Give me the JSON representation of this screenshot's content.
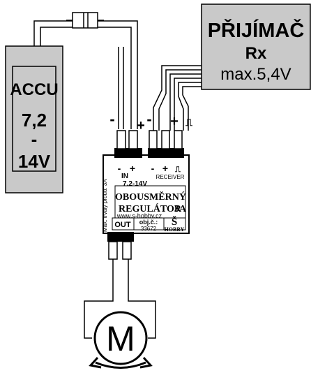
{
  "battery": {
    "line1": "ACCU",
    "line2": "7,2",
    "line3": "-",
    "line4": "14V"
  },
  "receiver": {
    "title": "PŘIJÍMAČ",
    "subtitle": "Rx",
    "voltage": "max.5,4V"
  },
  "input_wires": {
    "minus": "-",
    "plus": "+"
  },
  "receiver_wires": {
    "minus": "-",
    "plus": "+",
    "signal": "⎍"
  },
  "regulator": {
    "side_text": "Max. trvalý proud: 3A",
    "in_minus": "-",
    "in_plus": "+",
    "in_label": "IN",
    "in_range": "7,2-14V",
    "rx_minus": "-",
    "rx_plus": "+",
    "rx_signal": "⎍",
    "rx_label": "RECEIVER",
    "title_line1": "OBOUSMĚRNÝ",
    "title_line2": "REGULÁTOR",
    "title_rating": "3A",
    "website": "www.s-hobby.cz",
    "out_label": "OUT",
    "order_label": "obj.č.:",
    "order_number": "33672",
    "brand_letter": "Š",
    "brand_name": "HOBBY"
  },
  "motor": {
    "label": "M"
  },
  "colors": {
    "battery_fill": "#c8c8c8",
    "receiver_fill": "#c8c8c8",
    "regulator_fill": "#ffffff",
    "connector_fill": "#000000",
    "wire_fill": "#ffffff"
  }
}
